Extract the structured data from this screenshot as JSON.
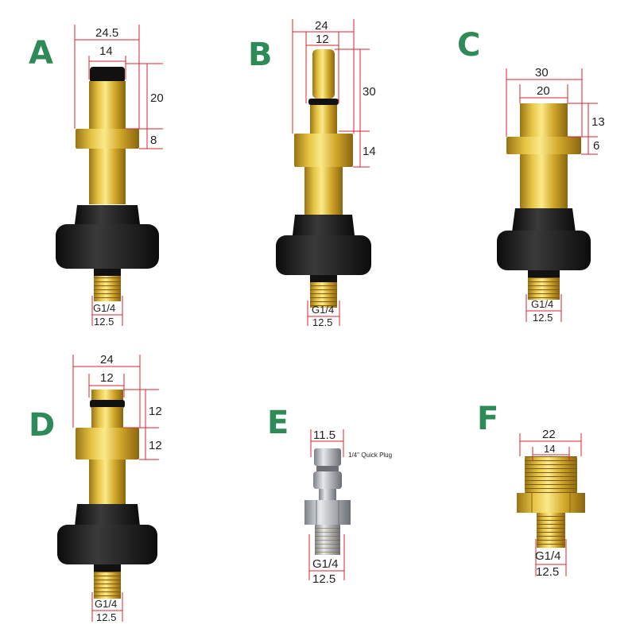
{
  "colors": {
    "label": "#2e8b57",
    "dimension_line": "#d9232e",
    "brass": "#d4aa2a",
    "steel": "#b8bcc2",
    "rubber": "#1d1d1d"
  },
  "parts": [
    {
      "letter": "A",
      "dims": {
        "outer": "24.5",
        "inner": "14",
        "top": "20",
        "mid": "8",
        "thread": "G1/4",
        "thread_width": "12.5"
      }
    },
    {
      "letter": "B",
      "dims": {
        "outer": "24",
        "inner": "12",
        "top": "30",
        "mid": "14",
        "thread": "G1/4",
        "thread_width": "12.5"
      }
    },
    {
      "letter": "C",
      "dims": {
        "outer": "30",
        "inner": "20",
        "top": "13",
        "mid": "6",
        "thread": "G1/4",
        "thread_width": "12.5"
      }
    },
    {
      "letter": "D",
      "dims": {
        "outer": "24",
        "inner": "12",
        "top": "12",
        "mid": "12",
        "thread": "G1/4",
        "thread_width": "12.5"
      }
    },
    {
      "letter": "E",
      "dims": {
        "outer": "11.5",
        "note": "1/4'' Quick Plug",
        "thread": "G1/4",
        "thread_width": "12.5"
      }
    },
    {
      "letter": "F",
      "dims": {
        "outer": "22",
        "inner": "14",
        "thread": "G1/4",
        "thread_width": "12.5"
      }
    }
  ]
}
